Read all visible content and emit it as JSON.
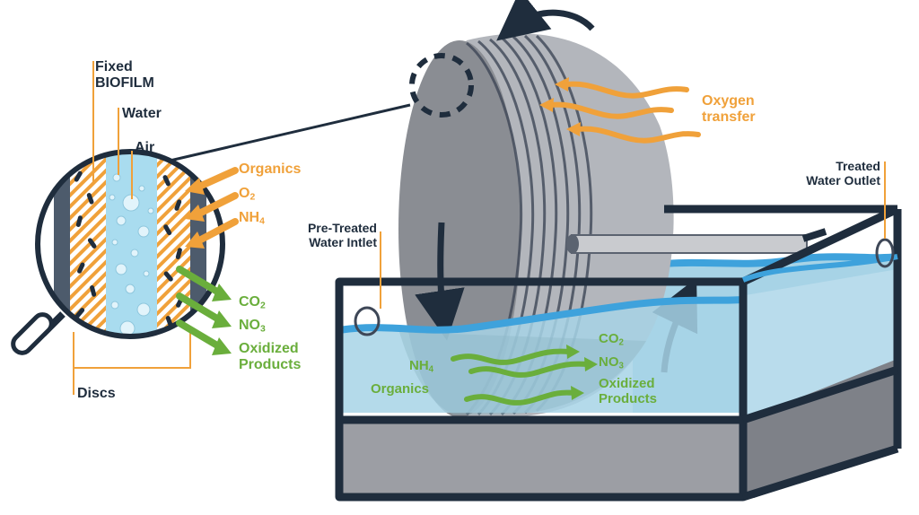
{
  "inset": {
    "fixed_line1": "Fixed",
    "fixed_line2": "BIOFILM",
    "water": "Water",
    "air": "Air",
    "discs": "Discs",
    "inputs": {
      "organics": "Organics",
      "o2_base": "O",
      "o2_sub": "2",
      "nh4_base": "NH",
      "nh4_sub": "4"
    },
    "outputs": {
      "co2_base": "CO",
      "co2_sub": "2",
      "no3_base": "NO",
      "no3_sub": "3",
      "oxidized": "Oxidized",
      "products": "Products"
    }
  },
  "reactor": {
    "oxygen_line1": "Oxygen",
    "oxygen_line2": "transfer",
    "outlet_line1": "Treated",
    "outlet_line2": "Water Outlet",
    "inlet_line1": "Pre-Treated",
    "inlet_line2": "Water Intlet",
    "nh4_base": "NH",
    "nh4_sub": "4",
    "organics": "Organics",
    "co2_base": "CO",
    "co2_sub": "2",
    "no3_base": "NO",
    "no3_sub": "3",
    "oxidized": "Oxidized",
    "products": "Products"
  },
  "colors": {
    "navy": "#1f2d3d",
    "orange": "#f0a13a",
    "green": "#6aae3c",
    "water": "#a7d3e6",
    "water_surface": "#3ea2dc",
    "disc": "#8a8d93",
    "tank_bottom": "#9c9ea4"
  }
}
